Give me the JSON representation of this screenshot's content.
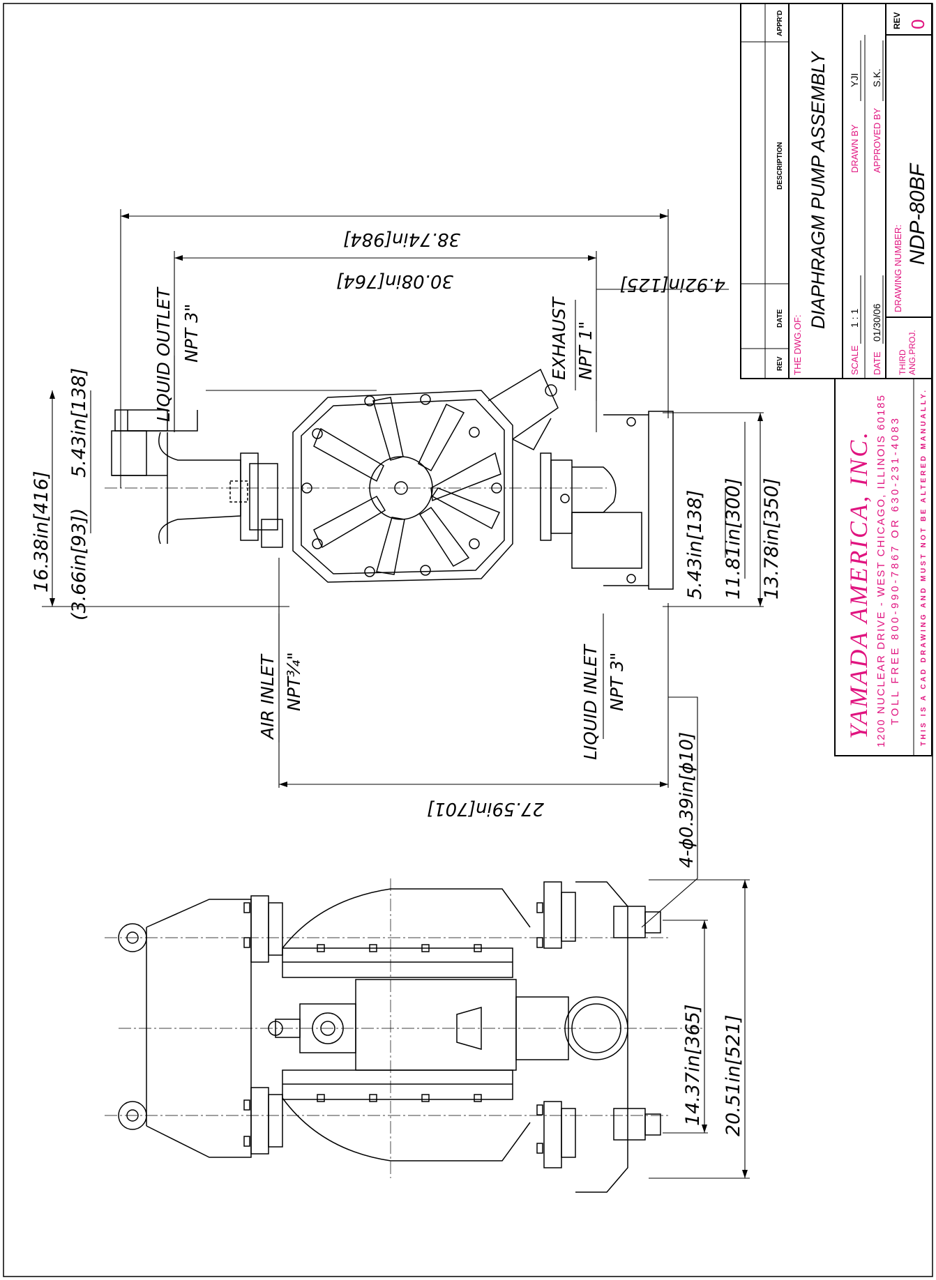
{
  "title_block": {
    "rev_label": "REV",
    "date_label": "DATE",
    "description_label": "DESCRIPTION",
    "apprd_label": "APPR'D",
    "dwg_of_label": "THE DWG.OF:",
    "dwg_of_value": "DIAPHRAGM PUMP ASSEMBLY",
    "scale_label": "SCALE",
    "scale_value": "1 : 1",
    "date_field_label": "DATE",
    "date_value": "01/30/06",
    "drawn_by_label": "DRAWN BY",
    "drawn_by_value": "YJI",
    "approved_by_label": "APPROVED BY",
    "approved_by_value": "S.K.",
    "third_label": "THIRD",
    "ang_proj_label": "ANG.PROJ.",
    "drawing_number_label": "DRAWING NUMBER:",
    "drawing_number_value": "NDP-80BF",
    "rev_block_label": "REV",
    "rev_value": "0"
  },
  "company": {
    "name": "YAMADA AMERICA, INC.",
    "address": "1200 NUCLEAR DRIVE - WEST CHICAGO, ILLINOIS 60185",
    "phone": "TOLL FREE 800-990-7867 OR 630-231-4083",
    "notice": "THIS IS A CAD DRAWING AND MUST NOT BE ALTERED MANUALLY."
  },
  "front_view": {
    "dim_overall_width": "38.74in[984]",
    "dim_outlet_to_exhaust": "30.08in[764]",
    "dim_exhaust_offset": "4.92in[125]",
    "dim_height": "16.38in[416]",
    "dim_outlet_height": "5.43in[138]",
    "dim_inlet_offset": "(3.66in[93])",
    "dim_base_inlet": "5.43in[138]",
    "dim_base_mount": "11.81in[300]",
    "dim_base_width": "13.78in[350]",
    "dim_air_to_inlet": "27.59in[701]",
    "dim_mount_holes": "4-ϕ0.39in[ϕ10]",
    "label_liquid_outlet": "LIQUID OUTLET",
    "label_liquid_outlet_npt": "NPT  3\"",
    "label_exhaust": "EXHAUST",
    "label_exhaust_npt": "NPT  1\"",
    "label_air_inlet": "AIR INLET",
    "label_air_inlet_npt": "NPT¾\"",
    "label_liquid_inlet": "LIQUID INLET",
    "label_liquid_inlet_npt": "NPT  3\""
  },
  "side_view": {
    "dim_mount_span": "14.37in[365]",
    "dim_overall_depth": "20.51in[521]"
  },
  "colors": {
    "title_accent": "#e0137f",
    "line": "#000000"
  }
}
